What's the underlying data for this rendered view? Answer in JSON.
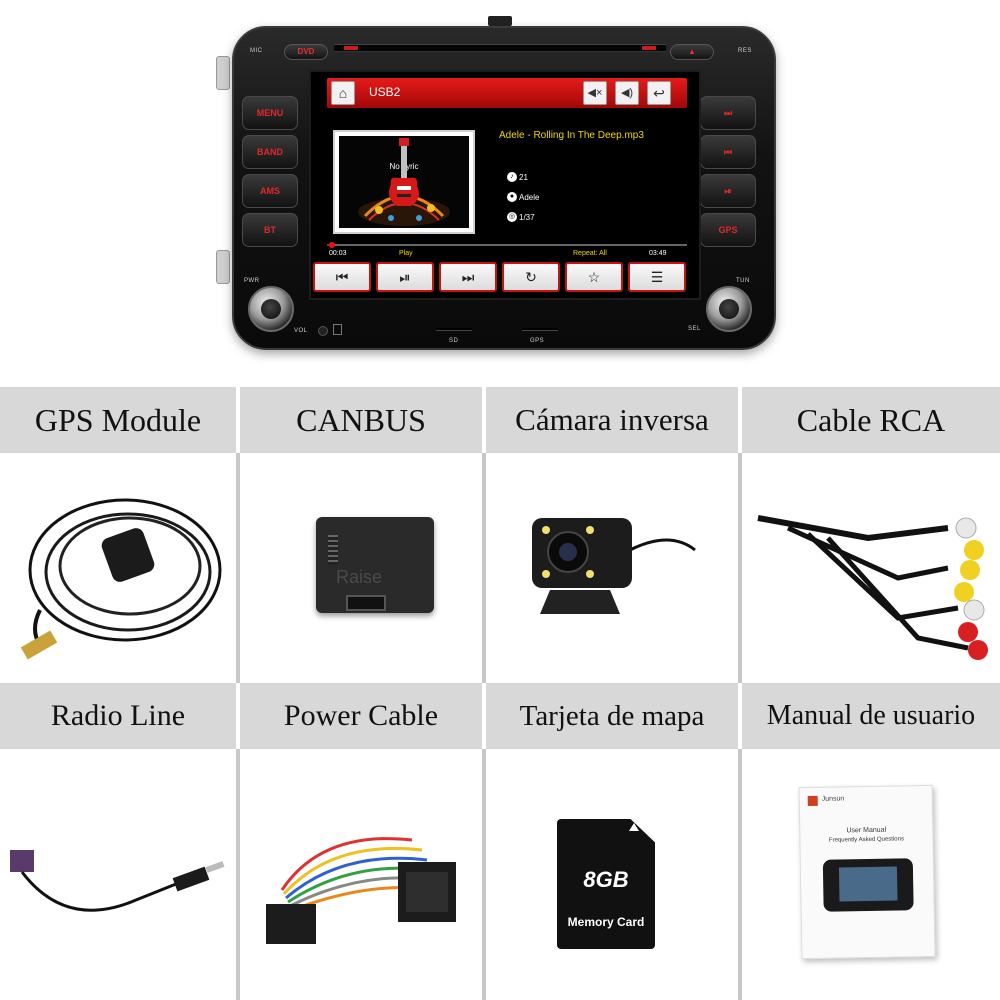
{
  "unit": {
    "labels": {
      "mic": "MIC",
      "res": "RES",
      "pwr": "PWR",
      "vol": "VOL",
      "tun": "TUN",
      "sel": "SEL",
      "sd": "SD",
      "gps": "GPS"
    },
    "top_buttons": {
      "dvd": "DVD",
      "eject": "▲"
    },
    "left_buttons": [
      "MENU",
      "BAND",
      "AMS",
      "BT"
    ],
    "right_buttons": [
      "⏭",
      "⏮",
      "⏯",
      "GPS"
    ],
    "accent_color": "#e02828"
  },
  "screen": {
    "source": "USB2",
    "icons": [
      "home-icon",
      "mute-icon",
      "volume-icon",
      "back-icon"
    ],
    "album_text": "No Lyric",
    "song": "Adele - Rolling In The Deep.mp3",
    "track": "21",
    "artist": "Adele",
    "position": "1/37",
    "elapsed": "00:03",
    "status": "Play",
    "repeat": "Repeat: All",
    "duration": "03:49",
    "progress": 0.013,
    "controls": [
      "⏮",
      "⏯",
      "⏭",
      "↻",
      "☆",
      "☰"
    ]
  },
  "accessories": [
    {
      "label": "GPS Module"
    },
    {
      "label": "CANBUS"
    },
    {
      "label": "Cámara inversa"
    },
    {
      "label": "Cable RCA"
    },
    {
      "label": "Radio Line"
    },
    {
      "label": "Power Cable"
    },
    {
      "label": "Tarjeta de mapa"
    },
    {
      "label": "Manual de usuario"
    }
  ],
  "canbus_brand": "Raise",
  "memory_card": {
    "capacity": "8GB",
    "name": "Memory Card"
  },
  "manual": {
    "brand": "Junsun",
    "title": "User Manual",
    "subtitle": "Frequently Asked Questions"
  }
}
